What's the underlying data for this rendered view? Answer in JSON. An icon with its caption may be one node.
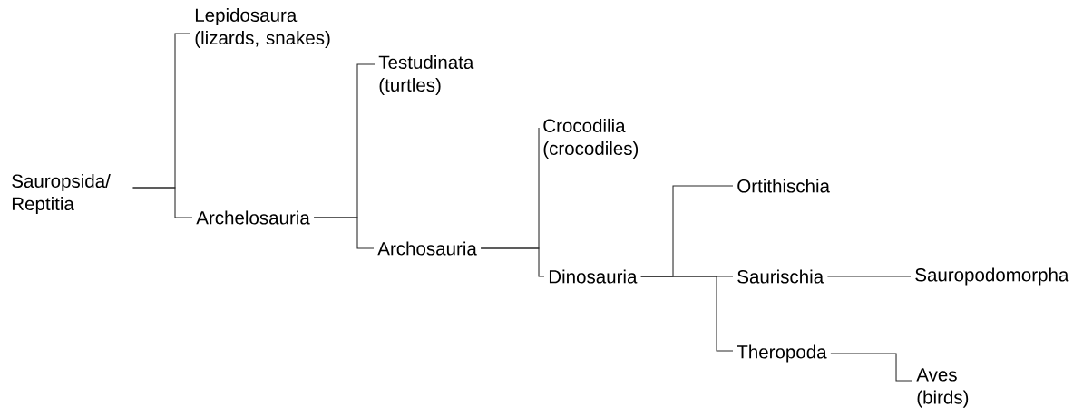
{
  "diagram": {
    "nodes": [
      {
        "text": [
          "Sauropsida/ Reptitia"
        ]
      },
      {
        "text": [
          "Lepidosaura (lizards, snakes)"
        ]
      },
      {
        "text": [
          "Archelosauria"
        ]
      },
      {
        "text": [
          "Testudinata (turtles)"
        ]
      },
      {
        "text": [
          "Archosauria"
        ]
      },
      {
        "text": [
          "Crocodilia (crocodiles)"
        ]
      },
      {
        "text": [
          "Dinosauria"
        ]
      },
      {
        "text": [
          "Ortithischia"
        ]
      },
      {
        "text": [
          "Saurischia"
        ]
      },
      {
        "text": [
          "Sauropodomorpha"
        ]
      },
      {
        "text": [
          "Theropoda"
        ]
      },
      {
        "text": [
          "Aves (birds)"
        ]
      }
    ],
    "edges": [
      {
        "from": 0,
        "to": 1,
        "arrow": "none"
      },
      {
        "from": 0,
        "to": 2,
        "arrow": "none"
      },
      {
        "from": 2,
        "to": 3,
        "arrow": "none"
      },
      {
        "from": 2,
        "to": 4,
        "arrow": "none"
      },
      {
        "from": 4,
        "to": 5,
        "arrow": "none"
      },
      {
        "from": 4,
        "to": 6,
        "arrow": "none"
      },
      {
        "from": 6,
        "to": 7,
        "arrow": "none"
      },
      {
        "from": 6,
        "to": 8,
        "arrow": "none"
      },
      {
        "from": 6,
        "to": 10,
        "arrow": "none"
      },
      {
        "from": 8,
        "to": 9,
        "arrow": "none"
      },
      {
        "from": 10,
        "to": 11,
        "arrow": "none"
      }
    ]
  }
}
